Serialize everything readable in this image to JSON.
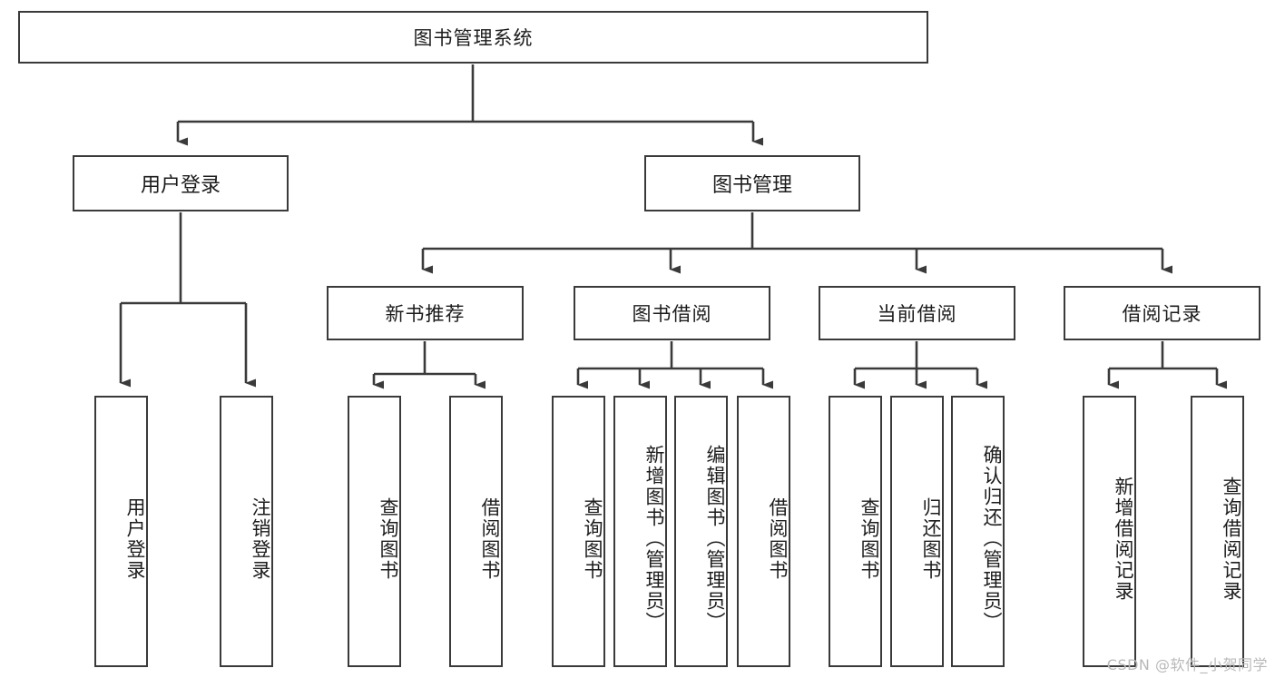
{
  "diagram": {
    "title_node": {
      "label": "图书管理系统"
    },
    "level2": [
      {
        "id": "user-login",
        "label": "用户登录"
      },
      {
        "id": "book-manage",
        "label": "图书管理"
      }
    ],
    "level3": [
      {
        "id": "new-book-recommend",
        "label": "新书推荐"
      },
      {
        "id": "book-borrow",
        "label": "图书借阅"
      },
      {
        "id": "current-borrow",
        "label": "当前借阅"
      },
      {
        "id": "borrow-record",
        "label": "借阅记录"
      }
    ],
    "leaves": [
      {
        "id": "leaf-user-login",
        "label": "用户登录"
      },
      {
        "id": "leaf-logout-login",
        "label": "注销登录"
      },
      {
        "id": "leaf-query-book-1",
        "label": "查询图书"
      },
      {
        "id": "leaf-borrow-book-1",
        "label": "借阅图书"
      },
      {
        "id": "leaf-query-book-2",
        "label": "查询图书"
      },
      {
        "id": "leaf-add-book-admin",
        "label": "新增图书（管理员）"
      },
      {
        "id": "leaf-edit-book-admin",
        "label": "编辑图书（管理员）"
      },
      {
        "id": "leaf-borrow-book-2",
        "label": "借阅图书"
      },
      {
        "id": "leaf-query-book-3",
        "label": "查询图书"
      },
      {
        "id": "leaf-return-book",
        "label": "归还图书"
      },
      {
        "id": "leaf-confirm-return-admin",
        "label": "确认归还（管理员）"
      },
      {
        "id": "leaf-add-borrow-record",
        "label": "新增借阅记录"
      },
      {
        "id": "leaf-query-borrow-record",
        "label": "查询借阅记录"
      }
    ],
    "watermark": "CSDN @软件_小贺同学",
    "colors": {
      "stroke": "#3a3a3a",
      "background": "#ffffff",
      "text": "#1c1c1c",
      "watermark": "#b9b9b9"
    }
  }
}
